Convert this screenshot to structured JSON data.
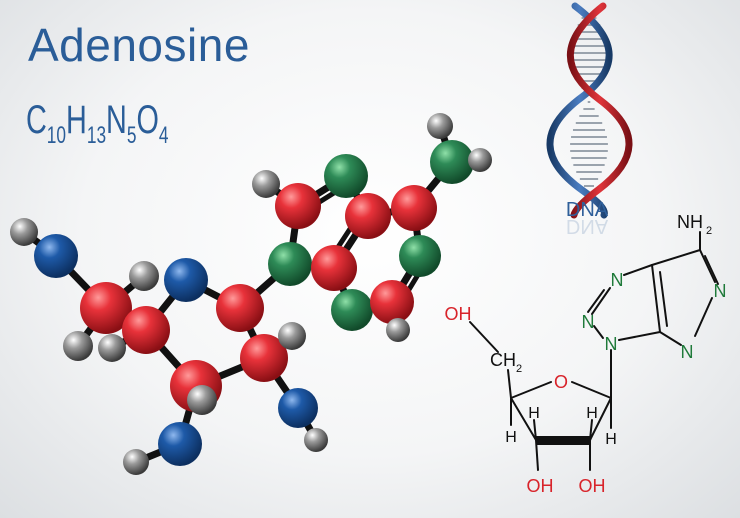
{
  "title": "Adenosine",
  "formula": {
    "parts": [
      {
        "el": "C",
        "n": "10"
      },
      {
        "el": "H",
        "n": "13"
      },
      {
        "el": "N",
        "n": "5"
      },
      {
        "el": "O",
        "n": "4"
      }
    ]
  },
  "dna_label": "DNA",
  "structure_labels": {
    "nh2": "NH",
    "nh2_sub": "2",
    "n1": "N",
    "n3": "N",
    "n7": "N",
    "n9": "N",
    "n_left": "N",
    "ch2": "CH",
    "ch2_sub": "2",
    "oh_top": "OH",
    "ring_o": "O",
    "h1": "H",
    "h2": "H",
    "h3": "H",
    "h4": "H",
    "oh_left": "OH",
    "oh_right": "OH"
  },
  "colors": {
    "title": "#2a5d98",
    "carbon": "#d8232a",
    "nitrogen": "#2e8b57",
    "oxygen": "#1e5aa8",
    "hydrogen": "#8a8a8a",
    "bond": "#111111",
    "label_nitrogen": "#1f7a3a",
    "label_oxygen": "#d8232a",
    "dna_red": "#c8262e",
    "dna_blue": "#2f5f9a"
  }
}
